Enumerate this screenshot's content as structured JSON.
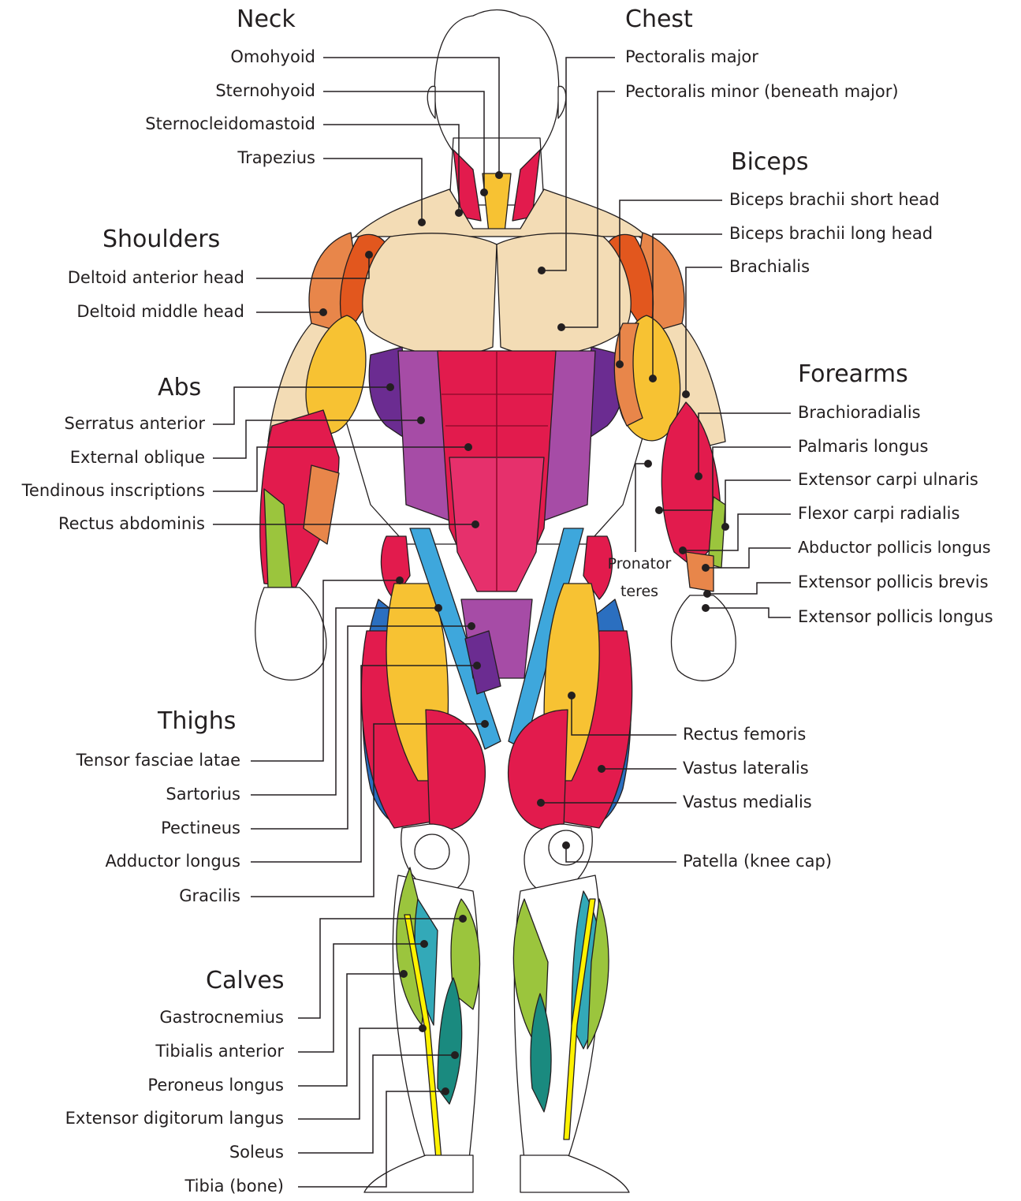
{
  "groups": {
    "neck": "Neck",
    "chest": "Chest",
    "biceps": "Biceps",
    "shoulders": "Shoulders",
    "abs": "Abs",
    "forearms": "Forearms",
    "thighs": "Thighs",
    "calves": "Calves"
  },
  "labels": {
    "omohyoid": "Omohyoid",
    "sternohyoid": "Sternohyoid",
    "sternocleidomastoid": "Sternocleidomastoid",
    "trapezius": "Trapezius",
    "pectoralis_major": "Pectoralis major",
    "pectoralis_minor": "Pectoralis minor (beneath major)",
    "biceps_short": "Biceps brachii short head",
    "biceps_long": "Biceps brachii long head",
    "brachialis": "Brachialis",
    "deltoid_anterior": "Deltoid anterior head",
    "deltoid_middle": "Deltoid middle head",
    "serratus": "Serratus anterior",
    "external_oblique": "External oblique",
    "tendinous": "Tendinous inscriptions",
    "rectus_abdominis": "Rectus abdominis",
    "brachioradialis": "Brachioradialis",
    "palmaris": "Palmaris longus",
    "ext_carpi_ulnaris": "Extensor carpi ulnaris",
    "flexor_carpi_radialis": "Flexor carpi radialis",
    "abductor_pollicis": "Abductor pollicis longus",
    "ext_pollicis_brevis": "Extensor pollicis brevis",
    "ext_pollicis_longus": "Extensor pollicis longus",
    "pronator_1": "Pronator",
    "pronator_2": "teres",
    "tensor": "Tensor fasciae latae",
    "sartorius": "Sartorius",
    "pectineus": "Pectineus",
    "adductor": "Adductor longus",
    "gracilis": "Gracilis",
    "rectus_femoris": "Rectus femoris",
    "vastus_lateralis": "Vastus lateralis",
    "vastus_medialis": "Vastus medialis",
    "patella": "Patella (knee cap)",
    "gastrocnemius": "Gastrocnemius",
    "tibialis": "Tibialis anterior",
    "peroneus": "Peroneus longus",
    "ext_digitorum": "Extensor digitorum langus",
    "soleus": "Soleus",
    "tibia": "Tibia (bone)"
  },
  "colors": {
    "skin": "#ffffff",
    "outline": "#231f20",
    "pectoral": "#f3dcb5",
    "red_muscle": "#e21b4d",
    "deltoid_orange": "#e8864a",
    "deltoid_dark": "#e2571e",
    "yellow": "#f7c233",
    "purple": "#a64ca6",
    "dark_purple": "#6b2c91",
    "pink_rect": "#e6306c",
    "blue": "#3ea7dc",
    "dark_blue": "#2b6fc0",
    "lime": "#9bc53d",
    "teal": "#33a9b8",
    "dark_teal": "#1a8a7f",
    "tendon_yellow": "#fff200"
  }
}
